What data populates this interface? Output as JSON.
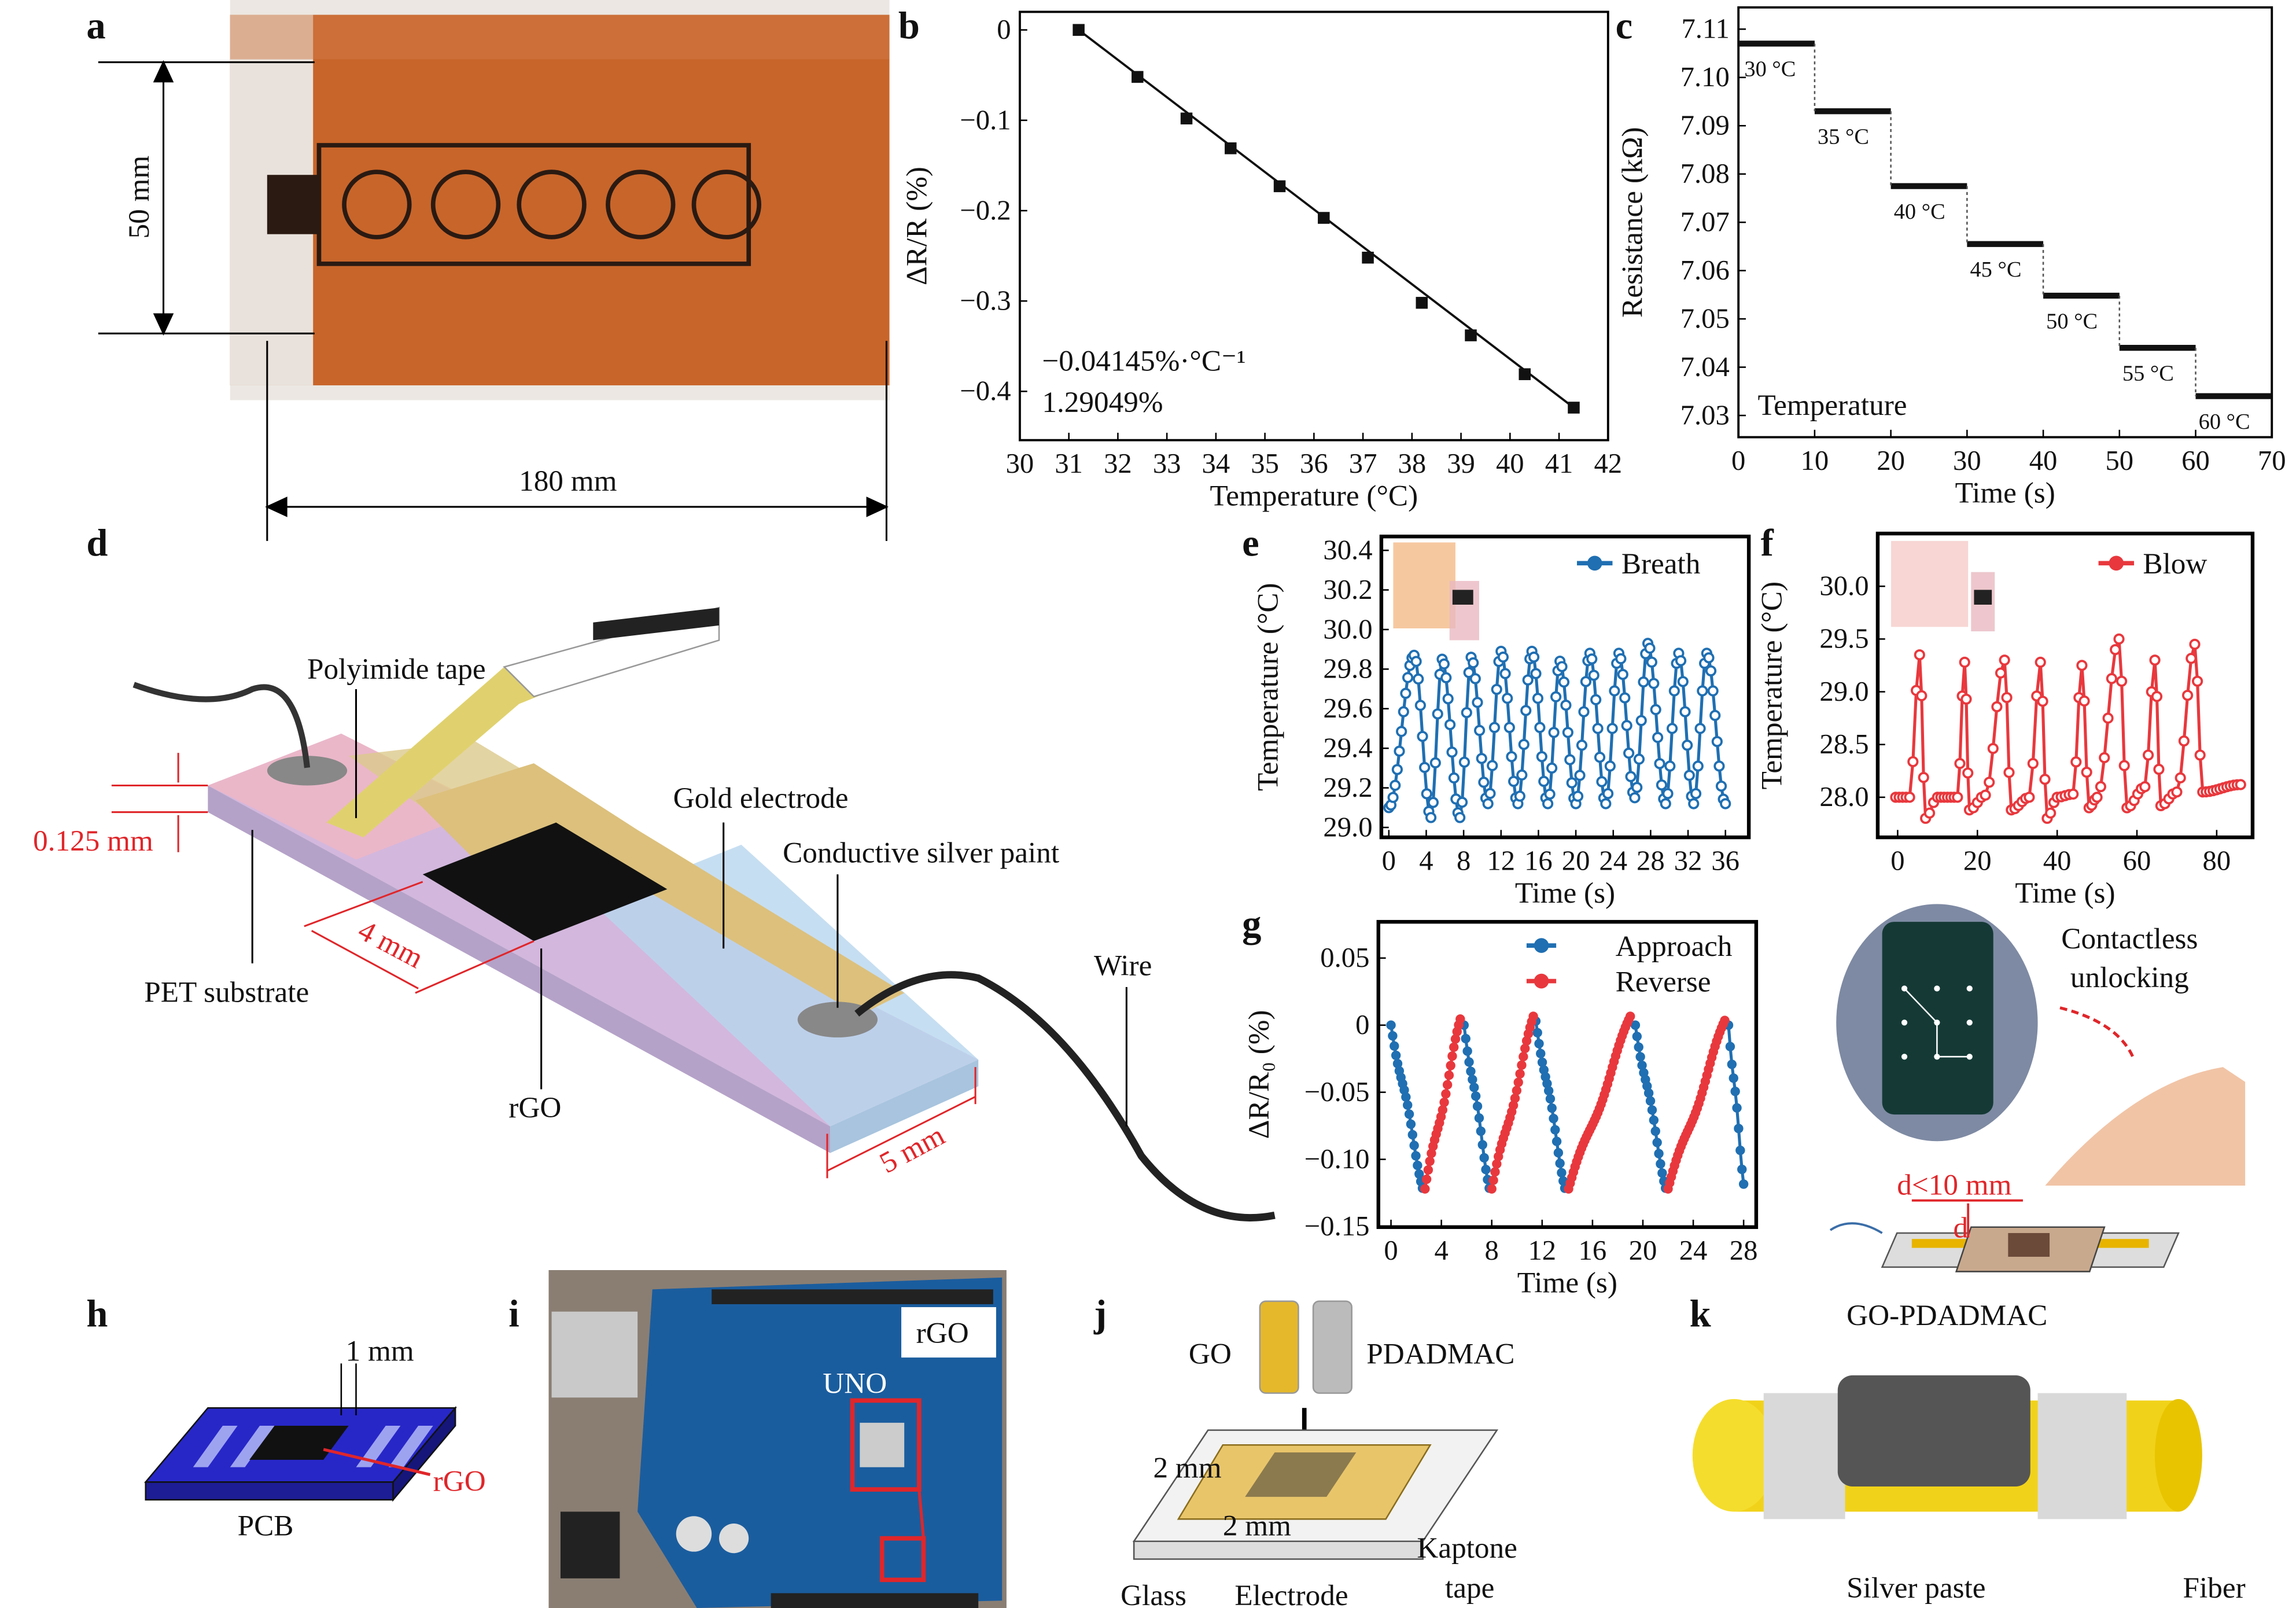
{
  "panels": {
    "a": "a",
    "b": "b",
    "c": "c",
    "d": "d",
    "e": "e",
    "f": "f",
    "g": "g",
    "h": "h",
    "i": "i",
    "j": "j",
    "k": "k"
  },
  "panel_a": {
    "height_label": "50 mm",
    "width_label": "180 mm"
  },
  "panel_d": {
    "polyimide": "Polyimide tape",
    "gold": "Gold electrode",
    "silver": "Conductive silver paint",
    "thickness": "0.125 mm",
    "four_mm": "4 mm",
    "pet": "PET substrate",
    "rgo": "rGO",
    "wire": "Wire",
    "five_mm": "5 mm"
  },
  "panel_g_illustration": {
    "line1": "Contactless",
    "line2": "unlocking",
    "distance": "d<10 mm",
    "d": "d"
  },
  "panel_h": {
    "one_mm": "1 mm",
    "rgo": "rGO",
    "pcb": "PCB"
  },
  "panel_i": {
    "rgo": "rGO",
    "board": "UNO"
  },
  "panel_j": {
    "go": "GO",
    "pdadmac": "PDADMAC",
    "two_mm_a": "2 mm",
    "two_mm_b": "2 mm",
    "kapton1": "Kaptone",
    "kapton2": "tape",
    "glass": "Glass",
    "electrode": "Electrode"
  },
  "panel_k": {
    "coating": "GO-PDADMAC",
    "silver": "Silver paste",
    "fiber": "Fiber"
  },
  "colors": {
    "blue": "#1f6fb2",
    "red": "#e8383d",
    "pcb": "#2727c8",
    "kapton": "#c8652a"
  },
  "chart_data": [
    {
      "id": "b",
      "type": "scatter",
      "xlabel": "Temperature (°C)",
      "ylabel": "ΔR/R (%)",
      "xlim": [
        30,
        42
      ],
      "ylim": [
        -0.454,
        0.02
      ],
      "xticks": [
        30,
        31,
        32,
        33,
        34,
        35,
        36,
        37,
        38,
        39,
        40,
        41,
        42
      ],
      "yticks": [
        0,
        -0.1,
        -0.2,
        -0.3,
        -0.4
      ],
      "ytick_labels": [
        "0",
        "−0.1",
        "−0.2",
        "−0.3",
        "−0.4"
      ],
      "x": [
        31.2,
        32.4,
        33.4,
        34.3,
        35.3,
        36.2,
        37.1,
        38.2,
        39.2,
        40.3,
        41.3
      ],
      "y": [
        0,
        -0.052,
        -0.098,
        -0.131,
        -0.173,
        -0.208,
        -0.252,
        -0.302,
        -0.338,
        -0.381,
        -0.418
      ],
      "fit": {
        "x": [
          31.2,
          41.3
        ],
        "y": [
          0,
          -0.418
        ]
      },
      "annotations": [
        "−0.04145%·°C⁻¹",
        "1.29049%"
      ]
    },
    {
      "id": "c",
      "type": "line",
      "xlabel": "Time (s)",
      "ylabel": "Resistance (kΩ)",
      "xlim": [
        0,
        70
      ],
      "ylim": [
        7.0255,
        7.1145
      ],
      "xticks": [
        0,
        10,
        20,
        30,
        40,
        50,
        60,
        70
      ],
      "yticks": [
        7.03,
        7.04,
        7.05,
        7.06,
        7.07,
        7.08,
        7.09,
        7.1,
        7.11
      ],
      "ytick_labels": [
        "7.03",
        "7.04",
        "7.05",
        "7.06",
        "7.07",
        "7.08",
        "7.09",
        "7.10",
        "7.11"
      ],
      "steps": [
        {
          "t0": 0,
          "t1": 10,
          "v": 7.107,
          "label": "30 °C"
        },
        {
          "t0": 10,
          "t1": 20,
          "v": 7.093,
          "label": "35 °C"
        },
        {
          "t0": 20,
          "t1": 30,
          "v": 7.0775,
          "label": "40 °C"
        },
        {
          "t0": 30,
          "t1": 40,
          "v": 7.0655,
          "label": "45 °C"
        },
        {
          "t0": 40,
          "t1": 50,
          "v": 7.0548,
          "label": "50 °C"
        },
        {
          "t0": 50,
          "t1": 60,
          "v": 7.044,
          "label": "55 °C"
        },
        {
          "t0": 60,
          "t1": 70,
          "v": 7.034,
          "label": "60 °C"
        }
      ],
      "legend": "Temperature"
    },
    {
      "id": "e",
      "type": "line",
      "xlabel": "Time (s)",
      "ylabel": "Temperature (°C)",
      "xlim": [
        -0.8,
        38.5
      ],
      "ylim": [
        28.95,
        30.47
      ],
      "xticks": [
        0,
        4,
        8,
        12,
        16,
        20,
        24,
        28,
        32,
        36
      ],
      "yticks": [
        29.0,
        29.2,
        29.4,
        29.6,
        29.8,
        30.0,
        30.2,
        30.4
      ],
      "ytick_labels": [
        "29.0",
        "29.2",
        "29.4",
        "29.6",
        "29.8",
        "30.0",
        "30.2",
        "30.4"
      ],
      "series": [
        {
          "name": "Breath",
          "color": "#1f6fb2",
          "keypoints": [
            [
              0,
              29.1
            ],
            [
              2.7,
              29.87
            ],
            [
              4.5,
              29.05
            ],
            [
              5.7,
              29.85
            ],
            [
              7.6,
              29.05
            ],
            [
              8.8,
              29.86
            ],
            [
              10.6,
              29.12
            ],
            [
              12,
              29.89
            ],
            [
              13.8,
              29.12
            ],
            [
              15.3,
              29.89
            ],
            [
              17,
              29.12
            ],
            [
              18.3,
              29.84
            ],
            [
              20,
              29.12
            ],
            [
              21.5,
              29.88
            ],
            [
              23.2,
              29.12
            ],
            [
              24.6,
              29.88
            ],
            [
              26.3,
              29.15
            ],
            [
              27.7,
              29.93
            ],
            [
              29.6,
              29.12
            ],
            [
              31,
              29.88
            ],
            [
              32.6,
              29.12
            ],
            [
              34,
              29.88
            ],
            [
              36,
              29.12
            ]
          ]
        }
      ]
    },
    {
      "id": "f",
      "type": "line",
      "xlabel": "Time (s)",
      "ylabel": "Temperature (°C)",
      "xlim": [
        -5,
        89
      ],
      "ylim": [
        27.62,
        30.5
      ],
      "xticks": [
        0,
        20,
        40,
        60,
        80
      ],
      "yticks": [
        28.0,
        28.5,
        29.0,
        29.5,
        30.0
      ],
      "ytick_labels": [
        "28.0",
        "28.5",
        "29.0",
        "29.5",
        "30.0"
      ],
      "series": [
        {
          "name": "Blow",
          "color": "#e8383d",
          "keypoints": [
            [
              -0.5,
              28.0
            ],
            [
              3,
              28.0
            ],
            [
              5.5,
              29.35
            ],
            [
              7,
              27.8
            ],
            [
              10,
              28.0
            ],
            [
              15,
              28.0
            ],
            [
              16.8,
              29.28
            ],
            [
              18,
              27.88
            ],
            [
              22,
              28.02
            ],
            [
              26.8,
              29.3
            ],
            [
              28.5,
              27.88
            ],
            [
              33,
              28.0
            ],
            [
              35.8,
              29.28
            ],
            [
              37.5,
              27.8
            ],
            [
              40,
              28.0
            ],
            [
              44,
              28.03
            ],
            [
              46.2,
              29.25
            ],
            [
              48,
              27.9
            ],
            [
              50,
              28.0
            ],
            [
              55.5,
              29.5
            ],
            [
              57.5,
              27.9
            ],
            [
              62,
              28.1
            ],
            [
              64.5,
              29.3
            ],
            [
              66,
              27.92
            ],
            [
              70,
              28.05
            ],
            [
              74.5,
              29.45
            ],
            [
              76.5,
              28.05
            ],
            [
              86,
              28.12
            ]
          ]
        }
      ]
    },
    {
      "id": "g",
      "type": "line",
      "xlabel": "Time (s)",
      "ylabel": "ΔR/R₀ (%)",
      "xlim": [
        -1,
        29
      ],
      "ylim": [
        -0.1505,
        0.077
      ],
      "xticks": [
        0,
        4,
        8,
        12,
        16,
        20,
        24,
        28
      ],
      "yticks": [
        0.05,
        0,
        -0.05,
        -0.1,
        -0.15
      ],
      "ytick_labels": [
        "0.05",
        "0",
        "−0.05",
        "−0.10",
        "−0.15"
      ],
      "series": [
        {
          "name": "Approach",
          "color": "#1f6fb2",
          "segments": [
            [
              [
                0,
                0
              ],
              [
                2.5,
                -0.12
              ]
            ],
            [
              [
                5.8,
                0
              ],
              [
                7.8,
                -0.12
              ]
            ],
            [
              [
                11.5,
                0.003
              ],
              [
                13.8,
                -0.12
              ]
            ],
            [
              [
                19.4,
                0
              ],
              [
                21.8,
                -0.12
              ]
            ],
            [
              [
                26.8,
                0
              ],
              [
                28,
                -0.117
              ]
            ]
          ]
        },
        {
          "name": "Reverse",
          "color": "#e8383d",
          "segments": [
            [
              [
                2.7,
                -0.122
              ],
              [
                5.5,
                0.003
              ]
            ],
            [
              [
                8,
                -0.122
              ],
              [
                11.3,
                0.005
              ]
            ],
            [
              [
                14.1,
                -0.122
              ],
              [
                19,
                0.005
              ]
            ],
            [
              [
                22,
                -0.122
              ],
              [
                26.5,
                0.002
              ]
            ]
          ]
        }
      ]
    }
  ]
}
